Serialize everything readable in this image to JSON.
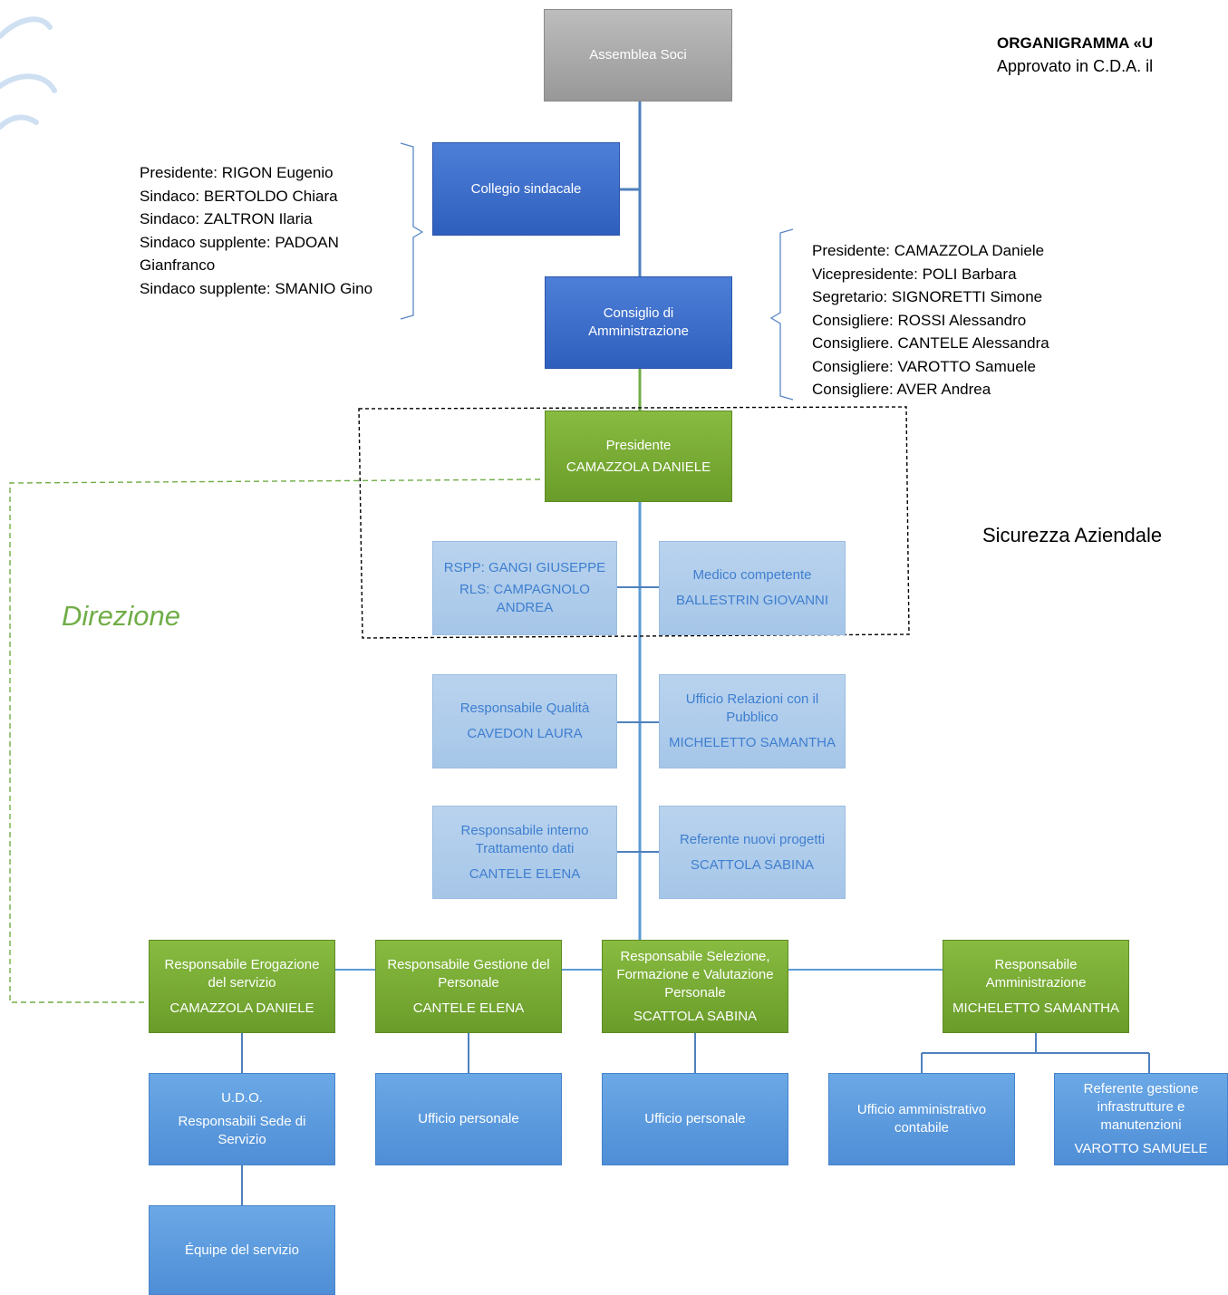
{
  "header": {
    "title": "ORGANIGRAMMA «U",
    "subtitle": "Approvato in C.D.A. il"
  },
  "boards": {
    "collegio_members": [
      "Presidente: RIGON Eugenio",
      "Sindaco: BERTOLDO Chiara",
      "Sindaco: ZALTRON Ilaria",
      "Sindaco supplente: PADOAN",
      "Gianfranco",
      "Sindaco supplente: SMANIO Gino"
    ],
    "cda_members": [
      "Presidente: CAMAZZOLA Daniele",
      "Vicepresidente: POLI Barbara",
      "Segretario: SIGNORETTI Simone",
      "Consigliere: ROSSI Alessandro",
      "Consigliere. CANTELE Alessandra",
      "Consigliere: VAROTTO Samuele",
      "Consigliere: AVER Andrea"
    ]
  },
  "labels": {
    "direzione": "Direzione",
    "sicurezza": "Sicurezza Aziendale"
  },
  "nodes": {
    "assemblea": {
      "line1": "Assemblea Soci"
    },
    "collegio": {
      "line1": "Collegio sindacale"
    },
    "cda": {
      "line1": "Consiglio di",
      "line2": "Amministrazione"
    },
    "presidente": {
      "role": "Presidente",
      "name": "CAMAZZOLA DANIELE"
    },
    "rspp": {
      "line1": "RSPP: GANGI GIUSEPPE",
      "line2": "RLS: CAMPAGNOLO",
      "line3": "ANDREA"
    },
    "medico": {
      "role": "Medico competente",
      "name": "BALLESTRIN GIOVANNI"
    },
    "qualita": {
      "role": "Responsabile Qualità",
      "name": "CAVEDON LAURA"
    },
    "urp": {
      "role1": "Ufficio Relazioni con il",
      "role2": "Pubblico",
      "name": "MICHELETTO SAMANTHA"
    },
    "trattamento": {
      "role1": "Responsabile interno",
      "role2": "Trattamento dati",
      "name": "CANTELE ELENA"
    },
    "progetti": {
      "role": "Referente nuovi progetti",
      "name": "SCATTOLA SABINA"
    },
    "erogazione": {
      "role1": "Responsabile Erogazione",
      "role2": "del servizio",
      "name": "CAMAZZOLA DANIELE"
    },
    "gestione": {
      "role1": "Responsabile Gestione del",
      "role2": "Personale",
      "name": "CANTELE ELENA"
    },
    "selezione": {
      "role1": "Responsabile Selezione,",
      "role2": "Formazione e Valutazione",
      "role3": "Personale",
      "name": "SCATTOLA SABINA"
    },
    "amministrazione": {
      "role1": "Responsabile",
      "role2": "Amministrazione",
      "name": "MICHELETTO SAMANTHA"
    },
    "udo": {
      "line1": "U.D.O.",
      "line2": "Responsabili Sede di",
      "line3": "Servizio"
    },
    "ufficio_personale_1": {
      "line1": "Ufficio personale"
    },
    "ufficio_personale_2": {
      "line1": "Ufficio personale"
    },
    "ufficio_amm": {
      "line1": "Ufficio amministrativo",
      "line2": "contabile"
    },
    "infrastrutture": {
      "role1": "Referente gestione",
      "role2": "infrastrutture e",
      "role3": "manutenzioni",
      "name": "VAROTTO SAMUELE"
    },
    "equipe": {
      "line1": "Équipe del servizio"
    }
  },
  "colors": {
    "connector": "#4f81bd",
    "green_connector": "#70ad47",
    "brace": "#5b87c5"
  }
}
